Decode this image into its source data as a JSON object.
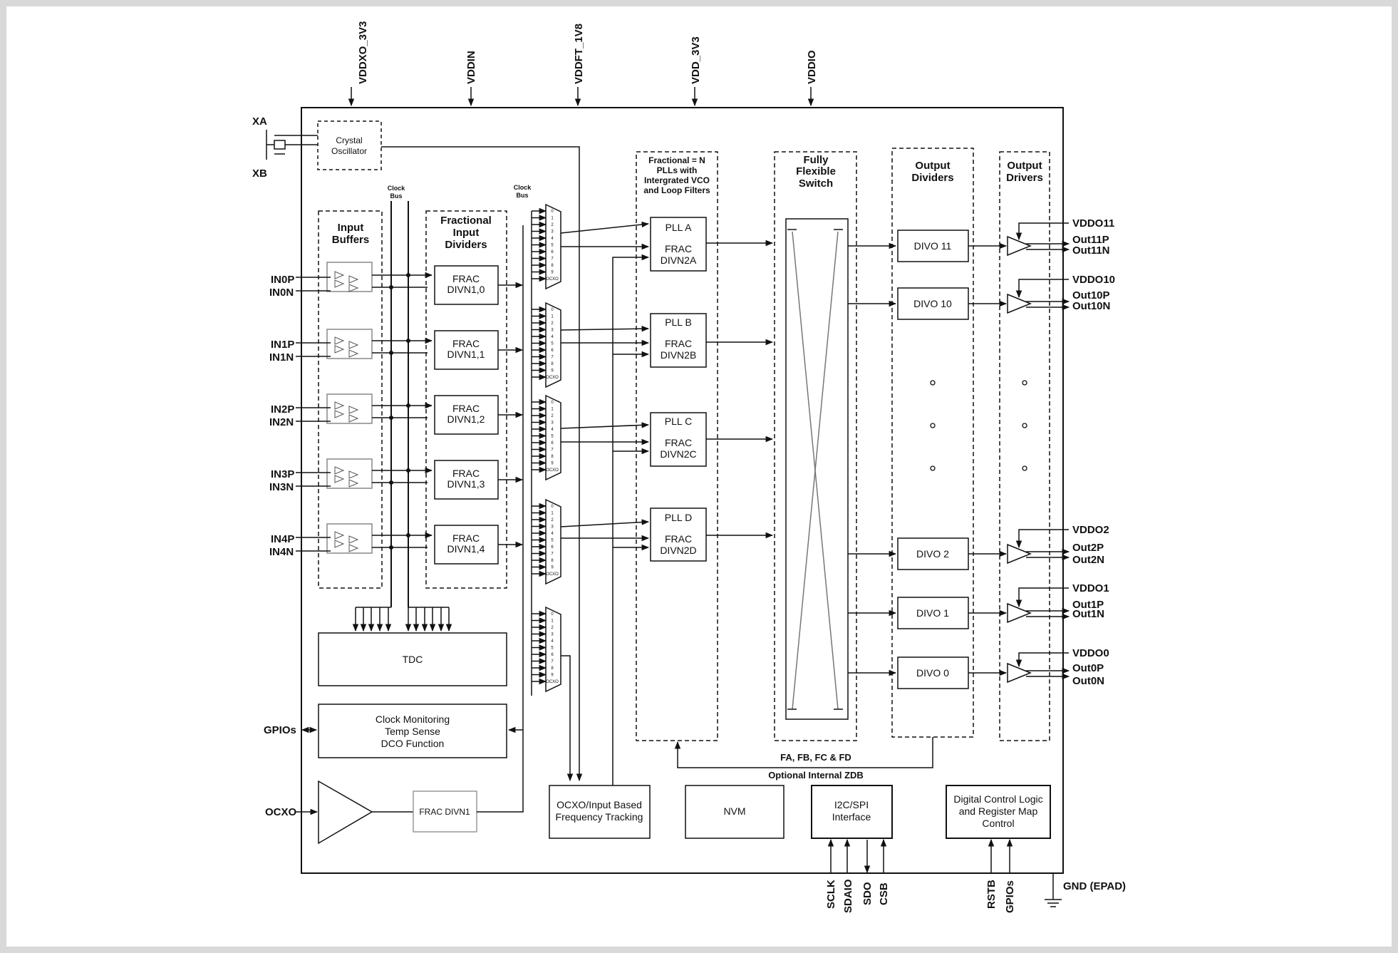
{
  "supplies": [
    "VDDXO_3V3",
    "VDDIN",
    "VDDFT_1V8",
    "VDD_3V3",
    "VDDIO"
  ],
  "crystal": {
    "pin_a": "XA",
    "pin_b": "XB",
    "line1": "Crystal",
    "line2": "Oscillator"
  },
  "clock_bus": {
    "line1": "Clock",
    "line2": "Bus"
  },
  "input_buffers": {
    "line1": "Input",
    "line2": "Buffers"
  },
  "input_dividers_title": {
    "line1": "Fractional",
    "line2": "Input",
    "line3": "Dividers"
  },
  "inputs": [
    {
      "p": "IN0P",
      "n": "IN0N",
      "div1": "FRAC",
      "div2": "DIVN1,0"
    },
    {
      "p": "IN1P",
      "n": "IN1N",
      "div1": "FRAC",
      "div2": "DIVN1,1"
    },
    {
      "p": "IN2P",
      "n": "IN2N",
      "div1": "FRAC",
      "div2": "DIVN1,2"
    },
    {
      "p": "IN3P",
      "n": "IN3N",
      "div1": "FRAC",
      "div2": "DIVN1,3"
    },
    {
      "p": "IN4P",
      "n": "IN4N",
      "div1": "FRAC",
      "div2": "DIVN1,4"
    }
  ],
  "mux_labels": [
    "0",
    "1",
    "2",
    "3",
    "4",
    "5",
    "6",
    "7",
    "8",
    "9",
    "OCXO"
  ],
  "pll_section": {
    "line1": "Fractional = N",
    "line2": "PLLs with",
    "line3": "Intergrated VCO",
    "line4": "and Loop Filters"
  },
  "plls": [
    {
      "name": "PLL A",
      "div1": "FRAC",
      "div2": "DIVN2A"
    },
    {
      "name": "PLL B",
      "div1": "FRAC",
      "div2": "DIVN2B"
    },
    {
      "name": "PLL C",
      "div1": "FRAC",
      "div2": "DIVN2C"
    },
    {
      "name": "PLL D",
      "div1": "FRAC",
      "div2": "DIVN2D"
    }
  ],
  "switch": {
    "line1": "Fully",
    "line2": "Flexible",
    "line3": "Switch"
  },
  "output_dividers_title": {
    "line1": "Output",
    "line2": "Dividers"
  },
  "output_drivers_title": {
    "line1": "Output",
    "line2": "Drivers"
  },
  "outputs": [
    {
      "div": "DIVO 11",
      "vdd": "VDDO11",
      "p": "Out11P",
      "n": "Out11N"
    },
    {
      "div": "DIVO 10",
      "vdd": "VDDO10",
      "p": "Out10P",
      "n": "Out10N"
    },
    {
      "div": "DIVO 2",
      "vdd": "VDDO2",
      "p": "Out2P",
      "n": "Out2N"
    },
    {
      "div": "DIVO 1",
      "vdd": "VDDO1",
      "p": "Out1P",
      "n": "Out1N"
    },
    {
      "div": "DIVO 0",
      "vdd": "VDDO0",
      "p": "Out0P",
      "n": "Out0N"
    }
  ],
  "tdc": "TDC",
  "monitor": {
    "line1": "Clock Monitoring",
    "line2": "Temp Sense",
    "line3": "DCO Function"
  },
  "gpios_left": "GPIOs",
  "ocxo": {
    "pin": "OCXO",
    "div": "FRAC DIVN1"
  },
  "tracking": {
    "line1": "OCXO/Input Based",
    "line2": "Frequency Tracking"
  },
  "nvm": "NVM",
  "i2c": {
    "line1": "I2C/SPI",
    "line2": "Interface"
  },
  "digital": {
    "line1": "Digital Control Logic",
    "line2": "and Register Map",
    "line3": "Control"
  },
  "feedback": {
    "line1": "FA, FB, FC & FD",
    "line2": "Optional Internal ZDB"
  },
  "bottom_pins": [
    "SCLK",
    "SDAIO",
    "SDO",
    "CSB",
    "RSTB",
    "GPIOs"
  ],
  "gnd": "GND (EPAD)"
}
